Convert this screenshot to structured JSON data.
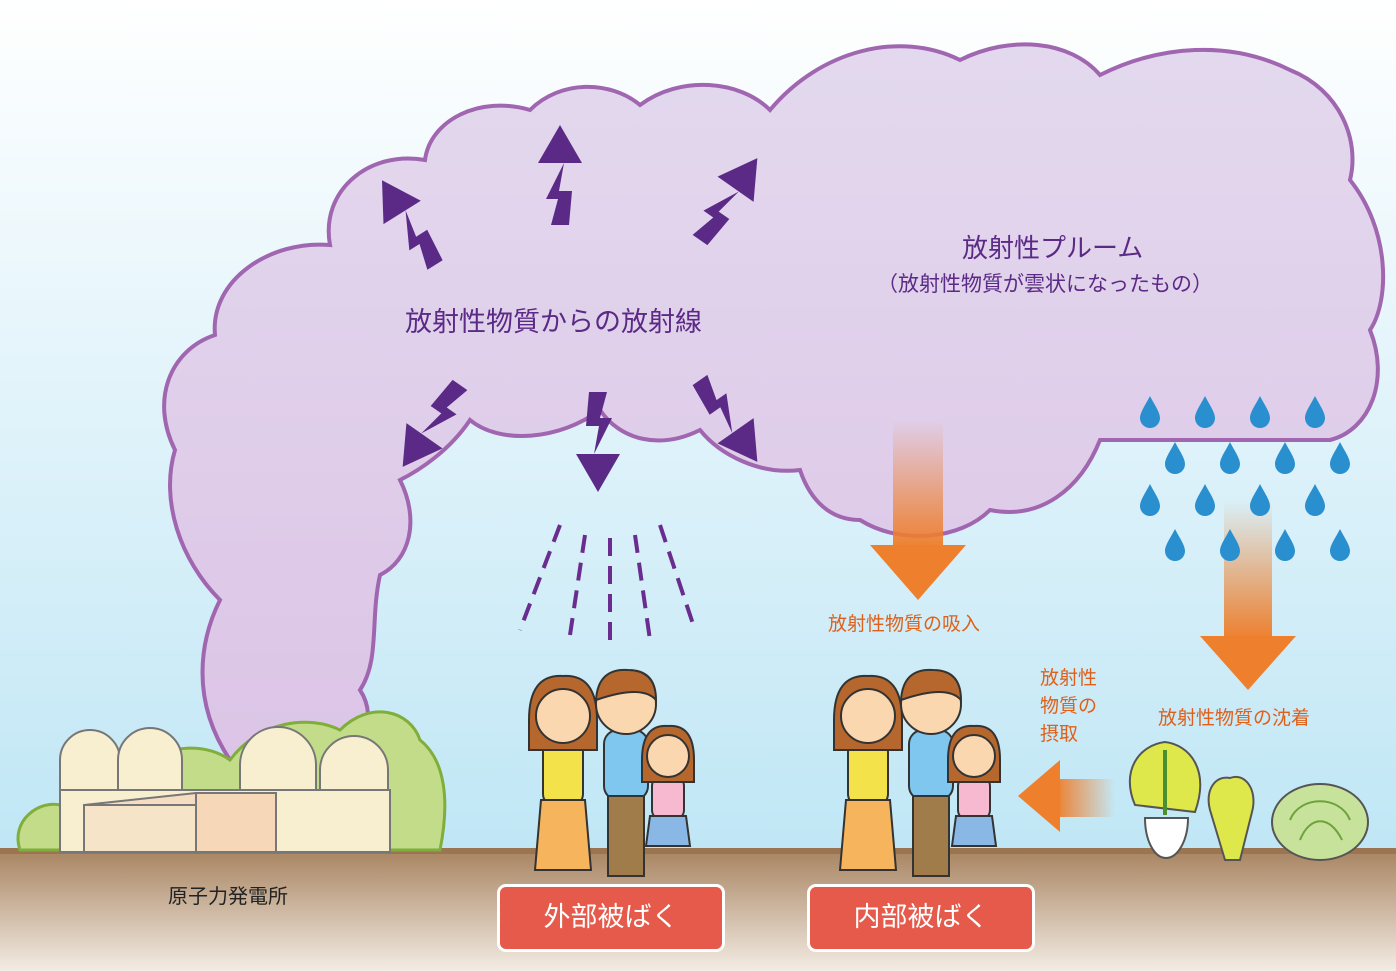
{
  "labels": {
    "plume_title": "放射性プルーム",
    "plume_subtitle": "（放射性物質が雲状になったもの）",
    "radiation_from_materials": "放射性物質からの放射線",
    "inhalation": "放射性物質の吸入",
    "ingestion_line1": "放射性",
    "ingestion_line2": "物質の",
    "ingestion_line3": "摂取",
    "deposition": "放射性物質の沈着",
    "power_plant": "原子力発電所"
  },
  "buttons": {
    "external_exposure": "外部被ばく",
    "internal_exposure": "内部被ばく"
  },
  "colors": {
    "sky_top": "#ffffff",
    "sky_bottom": "#bfe6f5",
    "cloud_fill": "#e2d2ec",
    "cloud_outline": "#a066b0",
    "radiation_arrow": "#5b2a86",
    "flow_arrow": "#ee7f2d",
    "ground": "#a88461",
    "raindrop": "#2a8fce",
    "button_bg": "#e55a4a"
  }
}
